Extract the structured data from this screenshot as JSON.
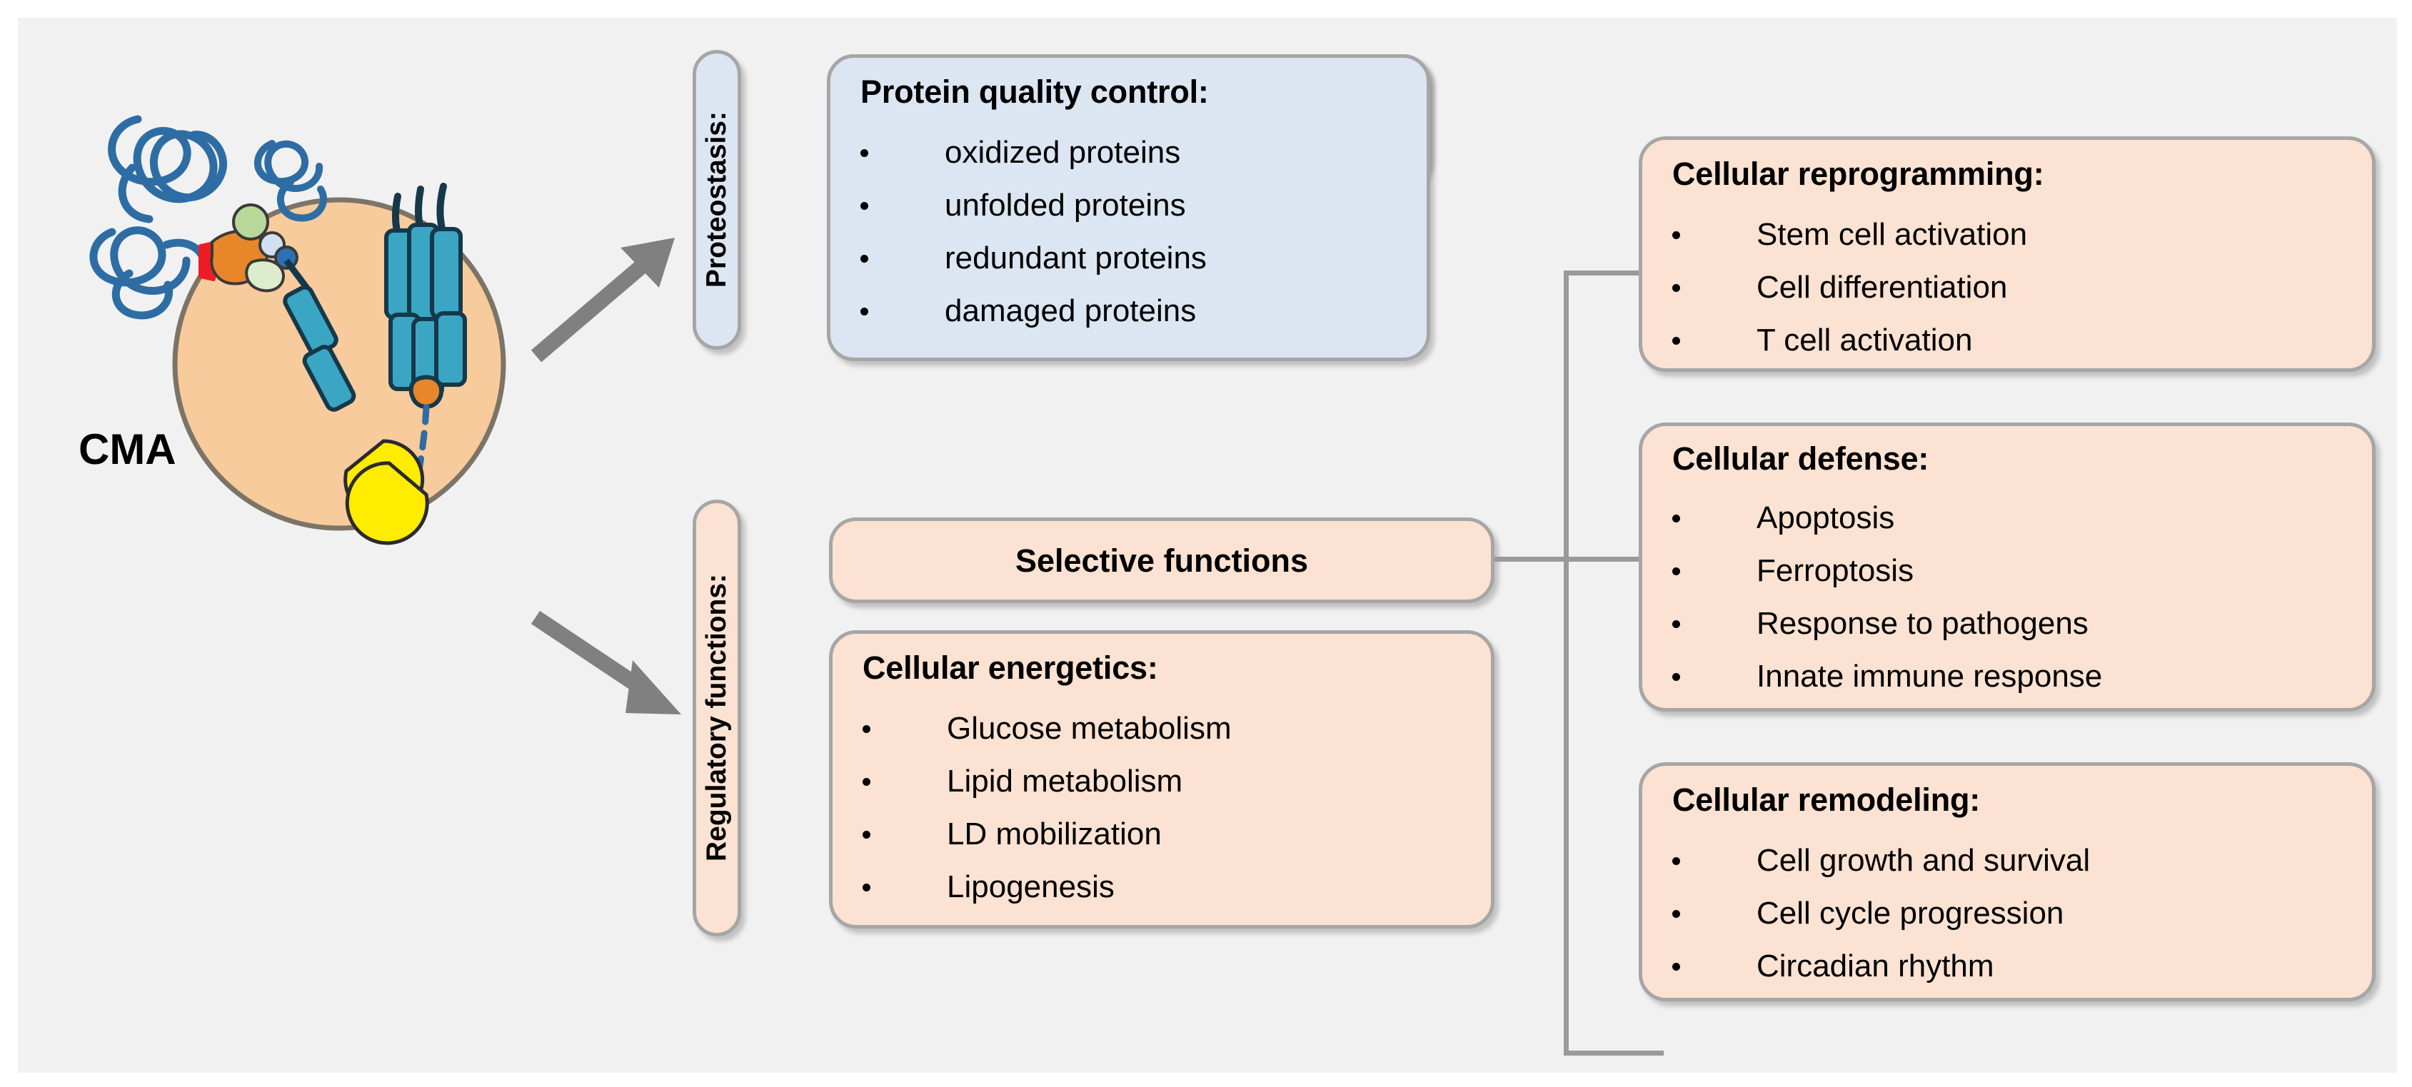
{
  "figure": {
    "canvas_color": "#f1f1f1",
    "page_color": "#ffffff"
  },
  "palette": {
    "blue_fill": "#dce6f2",
    "peach_fill": "#fbe2d2",
    "box_border": "#a6a6a6",
    "connector": "#9a9a9a",
    "arrow": "#808080",
    "lysosome_fill": "#f8cb9c",
    "lamp2a_fill": "#3aa6c4",
    "protein_squiggle": "#2e6da4",
    "chaperone_orange": "#e8862a",
    "enzyme_yellow": "#ffec00",
    "red_marker": "#ee1c25"
  },
  "illustration": {
    "label": "CMA",
    "icon_names": [
      "unfolded-protein-squiggle-icon",
      "chaperone-complex-icon",
      "lamp2a-receptor-icon",
      "lysosome-circle-icon",
      "lysosomal-enzyme-pacman-icon",
      "substrate-dashed-path-icon"
    ]
  },
  "arrows": [
    {
      "name": "arrow-to-proteostasis",
      "direction": "up-right"
    },
    {
      "name": "arrow-to-regulatory-functions",
      "direction": "down-right"
    }
  ],
  "categories": {
    "proteostasis": {
      "label": "Proteostasis:",
      "theme": "blue"
    },
    "regulatory": {
      "label": "Regulatory functions:",
      "theme": "peach"
    }
  },
  "boxes": {
    "protein_quality_control": {
      "title": "Protein quality control:",
      "items": [
        "oxidized proteins",
        "unfolded proteins",
        "redundant proteins",
        "damaged proteins"
      ]
    },
    "selective_functions": {
      "title": "Selective functions"
    },
    "cellular_energetics": {
      "title": "Cellular energetics:",
      "items": [
        "Glucose metabolism",
        "Lipid metabolism",
        "LD mobilization",
        "Lipogenesis"
      ]
    },
    "cellular_reprogramming": {
      "title": "Cellular reprogramming:",
      "items": [
        "Stem cell activation",
        "Cell differentiation",
        "T cell activation"
      ]
    },
    "cellular_defense": {
      "title": "Cellular defense:",
      "items": [
        "Apoptosis",
        "Ferroptosis",
        "Response to pathogens",
        "Innate immune response"
      ]
    },
    "cellular_remodeling": {
      "title": "Cellular remodeling:",
      "items": [
        "Cell growth and survival",
        "Cell cycle progression",
        "Circadian rhythm"
      ]
    }
  }
}
